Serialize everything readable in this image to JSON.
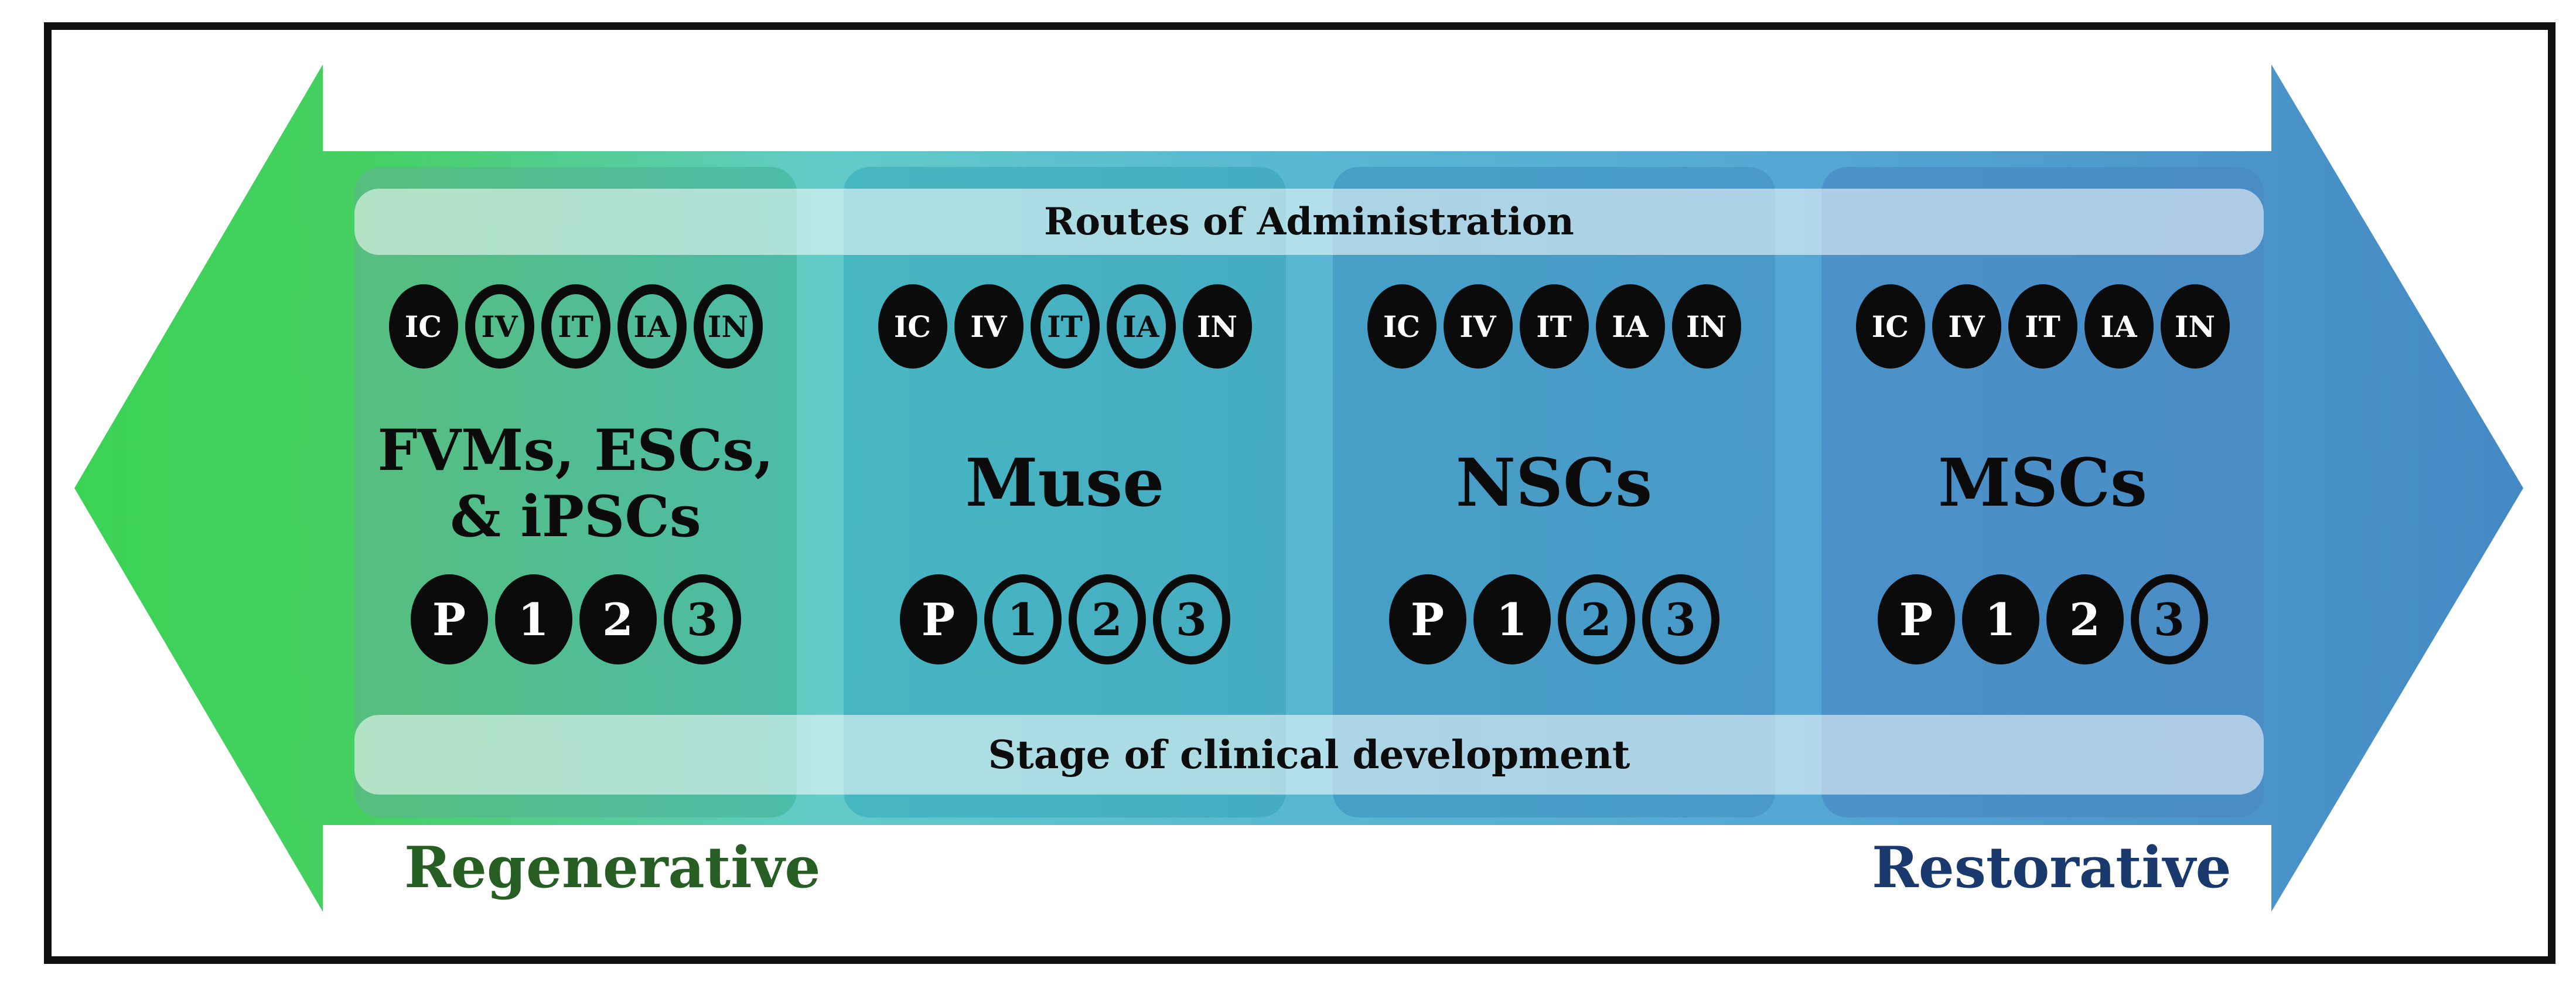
{
  "diagram": {
    "banners": {
      "top": "Routes of Administration",
      "bottom": "Stage of clinical development"
    },
    "end_labels": {
      "left": "Regenerative",
      "right": "Restorative"
    },
    "colors": {
      "arrow_gradient": [
        "#3BD355",
        "#46D063",
        "#62CBC8",
        "#58B8D2",
        "#55A8D4",
        "#4489C4"
      ],
      "label_left": "#265E24",
      "label_right": "#1A3A6E",
      "badge_fill": "#0B0B0B",
      "badge_text_on_fill": "#FFFFFF",
      "frame_border": "#101010"
    },
    "legend_note": {
      "filled_badge_means": "route used / phase reached (solid black)",
      "outline_badge_means": "route or phase shown as open circle"
    },
    "panels": [
      {
        "id": "fvms-escs-ipscs",
        "title_lines": [
          "FVMs, ESCs,",
          "& iPSCs"
        ],
        "bg": [
          "#56BE7D",
          "#4DBCA9"
        ],
        "routes": [
          {
            "label": "IC",
            "filled": true
          },
          {
            "label": "IV",
            "filled": false
          },
          {
            "label": "IT",
            "filled": false
          },
          {
            "label": "IA",
            "filled": false
          },
          {
            "label": "IN",
            "filled": false
          }
        ],
        "phases": [
          {
            "label": "P",
            "filled": true
          },
          {
            "label": "1",
            "filled": true
          },
          {
            "label": "2",
            "filled": true
          },
          {
            "label": "3",
            "filled": false
          }
        ]
      },
      {
        "id": "muse",
        "title_lines": [
          "Muse"
        ],
        "bg": [
          "#47B7C1",
          "#45ACC2"
        ],
        "routes": [
          {
            "label": "IC",
            "filled": true
          },
          {
            "label": "IV",
            "filled": true
          },
          {
            "label": "IT",
            "filled": false
          },
          {
            "label": "IA",
            "filled": false
          },
          {
            "label": "IN",
            "filled": true
          }
        ],
        "phases": [
          {
            "label": "P",
            "filled": true
          },
          {
            "label": "1",
            "filled": false
          },
          {
            "label": "2",
            "filled": false
          },
          {
            "label": "3",
            "filled": false
          }
        ]
      },
      {
        "id": "nscs",
        "title_lines": [
          "NSCs"
        ],
        "bg": [
          "#46A0C5",
          "#4A99C9"
        ],
        "routes": [
          {
            "label": "IC",
            "filled": true
          },
          {
            "label": "IV",
            "filled": true
          },
          {
            "label": "IT",
            "filled": true
          },
          {
            "label": "IA",
            "filled": true
          },
          {
            "label": "IN",
            "filled": true
          }
        ],
        "phases": [
          {
            "label": "P",
            "filled": true
          },
          {
            "label": "1",
            "filled": true
          },
          {
            "label": "2",
            "filled": false
          },
          {
            "label": "3",
            "filled": false
          }
        ]
      },
      {
        "id": "mscs",
        "title_lines": [
          "MSCs"
        ],
        "bg": [
          "#4B92C8",
          "#4A8CC6"
        ],
        "routes": [
          {
            "label": "IC",
            "filled": true
          },
          {
            "label": "IV",
            "filled": true
          },
          {
            "label": "IT",
            "filled": true
          },
          {
            "label": "IA",
            "filled": true
          },
          {
            "label": "IN",
            "filled": true
          }
        ],
        "phases": [
          {
            "label": "P",
            "filled": true
          },
          {
            "label": "1",
            "filled": true
          },
          {
            "label": "2",
            "filled": true
          },
          {
            "label": "3",
            "filled": false
          }
        ]
      }
    ]
  }
}
